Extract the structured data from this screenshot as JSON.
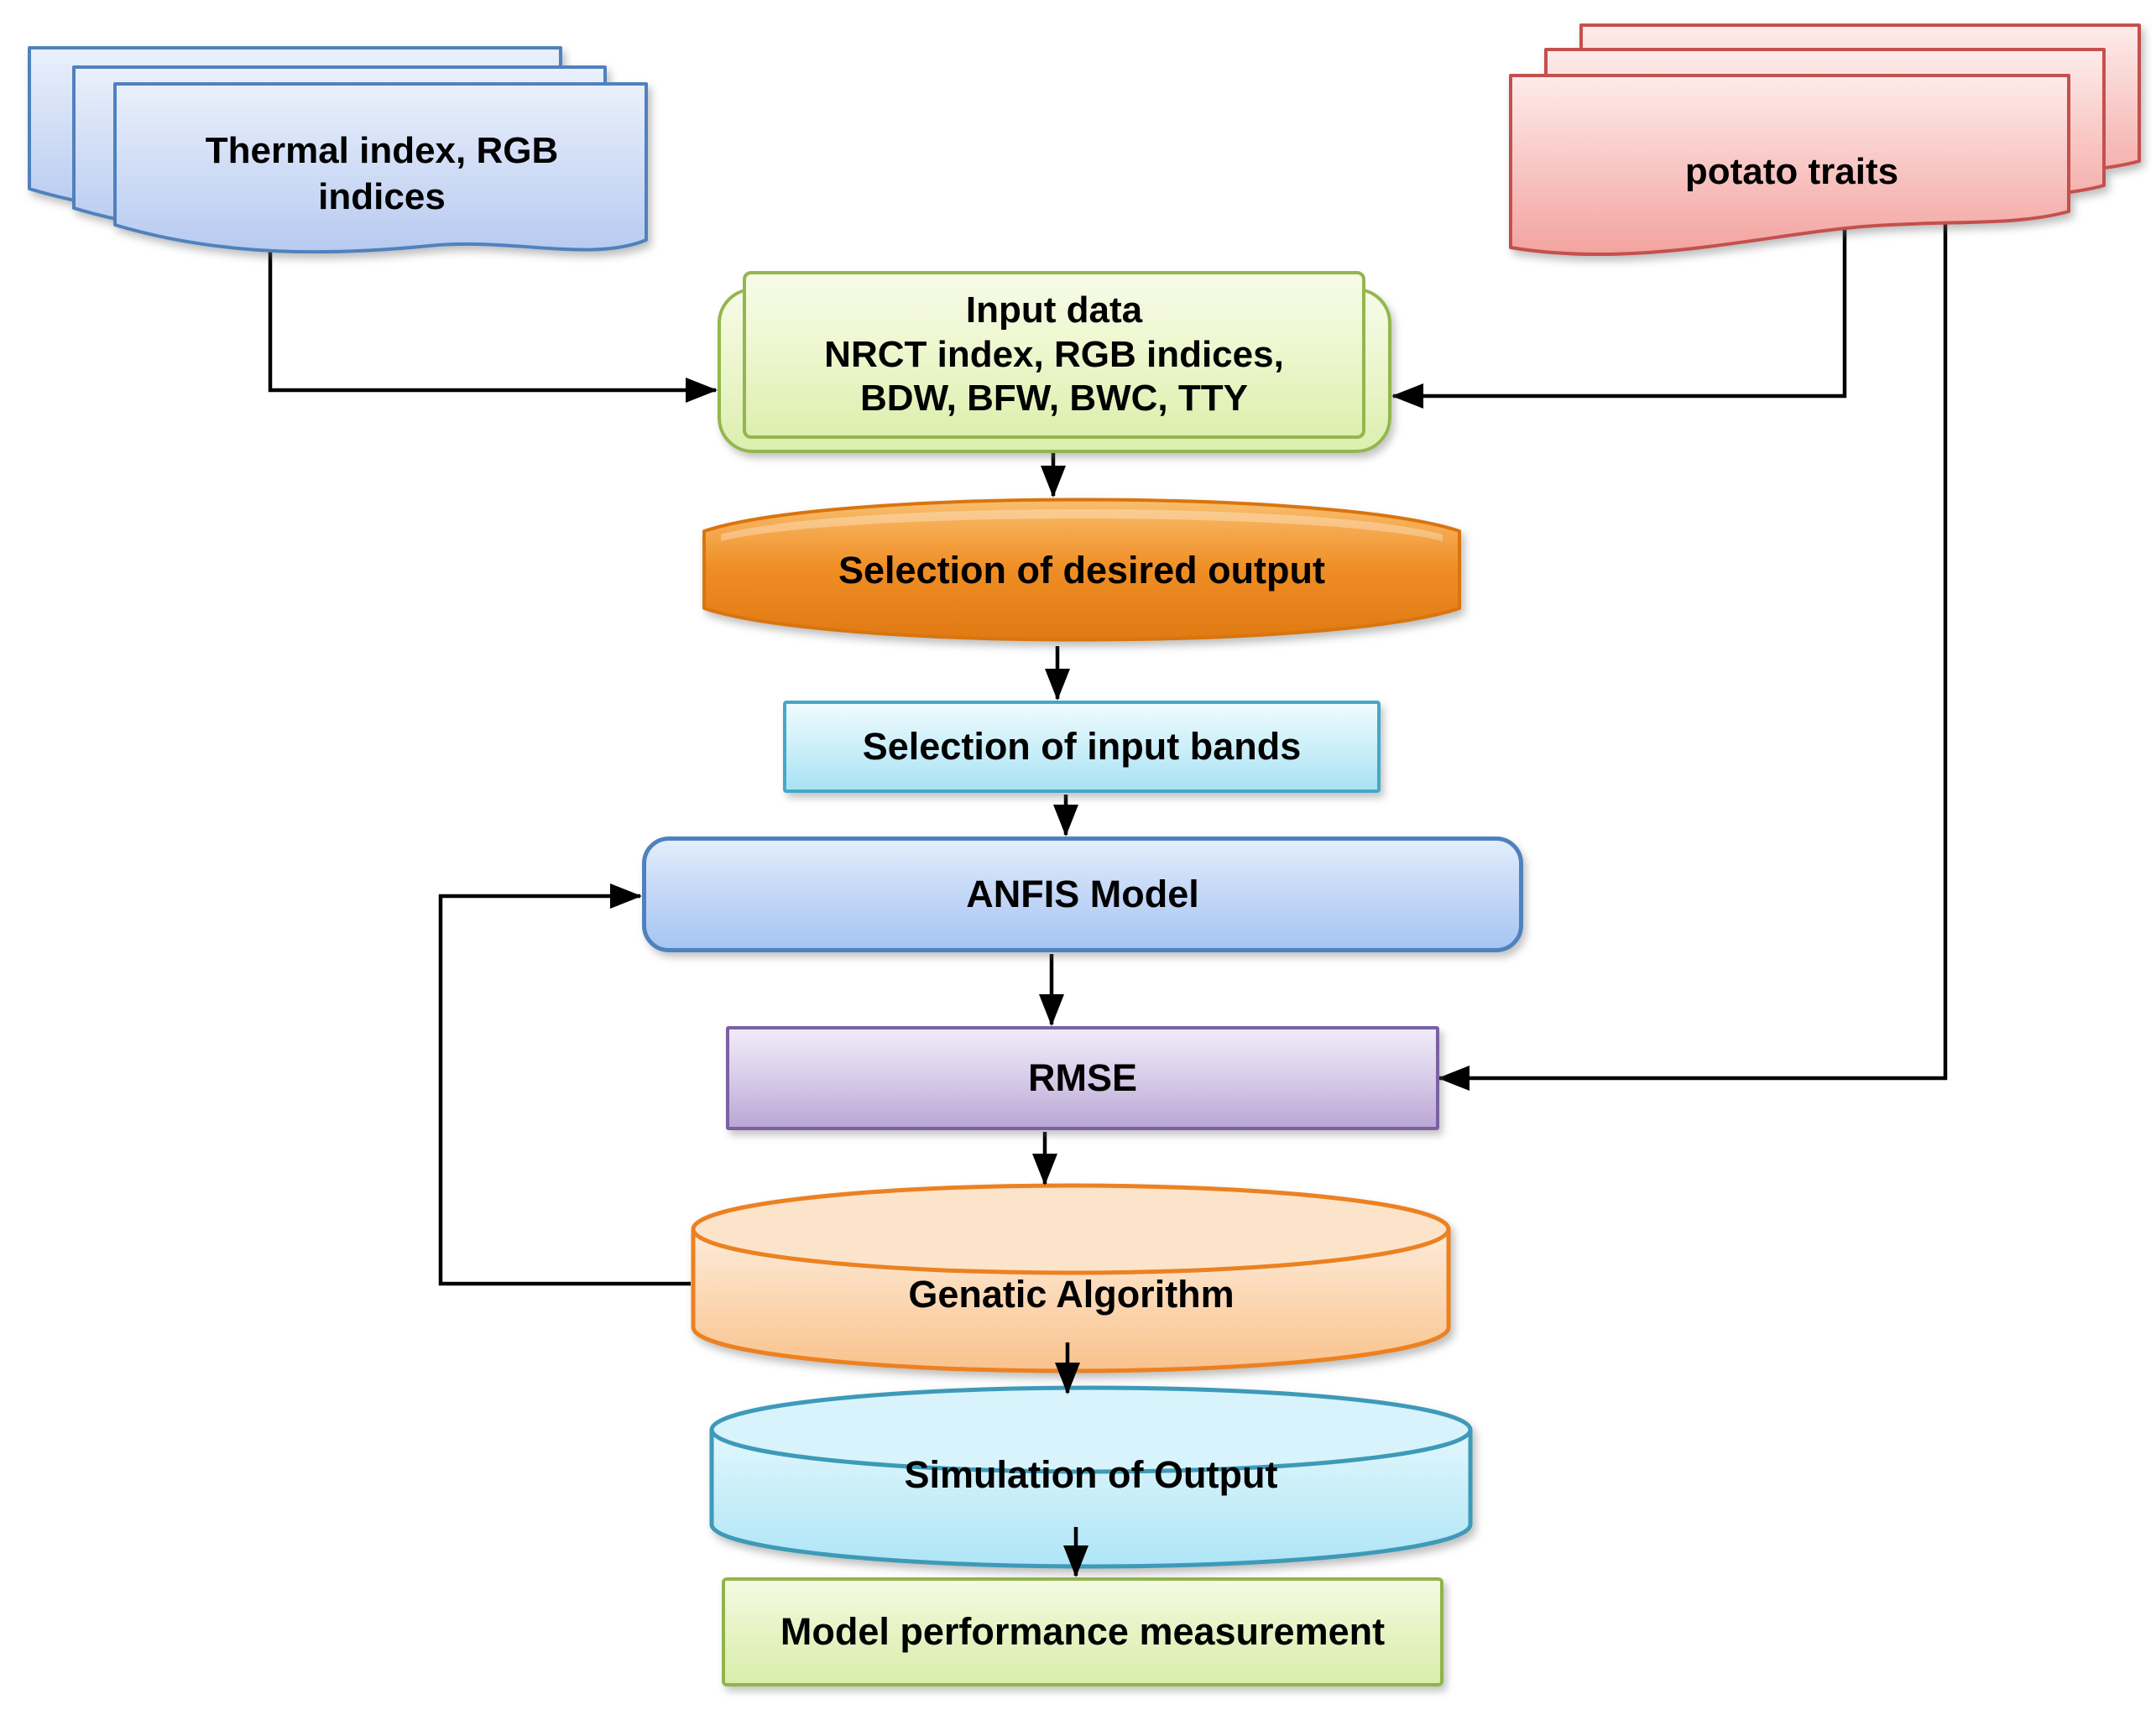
{
  "diagram": {
    "title": "ANFIS potato-traits modelling flowchart",
    "background": "#ffffff",
    "arrow_color": "#000000",
    "nodes": {
      "thermal_docs": {
        "label": "Thermal index, RGB\nindices",
        "type": "document-stack",
        "fill": "#c6d5f2",
        "border": "#4f81bd"
      },
      "potato_docs": {
        "label": "potato traits",
        "type": "document-stack",
        "fill": "#f6b3b0",
        "border": "#c4504e"
      },
      "input_data": {
        "label": "Input data\nNRCT index, RGB indices,\nBDW, BFW, BWC, TTY",
        "type": "stacked-process",
        "fill": "#e3f1bd",
        "border": "#94b64e"
      },
      "selection_output": {
        "label": "Selection of desired output",
        "type": "terminator",
        "fill": "#ef8d25",
        "border": "#d9740e"
      },
      "selection_bands": {
        "label": "Selection of input bands",
        "type": "process",
        "fill": "#c0ebf7",
        "border": "#45a8c8"
      },
      "anfis": {
        "label": "ANFIS Model",
        "type": "rounded-process",
        "fill": "#bcd3f5",
        "border": "#4f81bd"
      },
      "rmse": {
        "label": "RMSE",
        "type": "process",
        "fill": "#cdbce0",
        "border": "#7a61a2"
      },
      "genetic": {
        "label": "Genatic Algorithm",
        "type": "cylinder",
        "fill": "#fbd3a9",
        "border": "#ec8121"
      },
      "simulation": {
        "label": "Simulation of Output",
        "type": "cylinder",
        "fill": "#c5ecf9",
        "border": "#3d9ab8"
      },
      "model_perf": {
        "label": "Model performance measurement",
        "type": "process",
        "fill": "#e2f1bd",
        "border": "#90b44c"
      }
    },
    "edges": [
      {
        "from": "thermal_docs",
        "to": "input_data"
      },
      {
        "from": "potato_docs",
        "to": "input_data"
      },
      {
        "from": "potato_docs",
        "to": "rmse"
      },
      {
        "from": "input_data",
        "to": "selection_output"
      },
      {
        "from": "selection_output",
        "to": "selection_bands"
      },
      {
        "from": "selection_bands",
        "to": "anfis"
      },
      {
        "from": "anfis",
        "to": "rmse"
      },
      {
        "from": "rmse",
        "to": "genetic"
      },
      {
        "from": "genetic",
        "to": "simulation"
      },
      {
        "from": "genetic",
        "to": "anfis"
      },
      {
        "from": "simulation",
        "to": "model_perf"
      }
    ]
  }
}
